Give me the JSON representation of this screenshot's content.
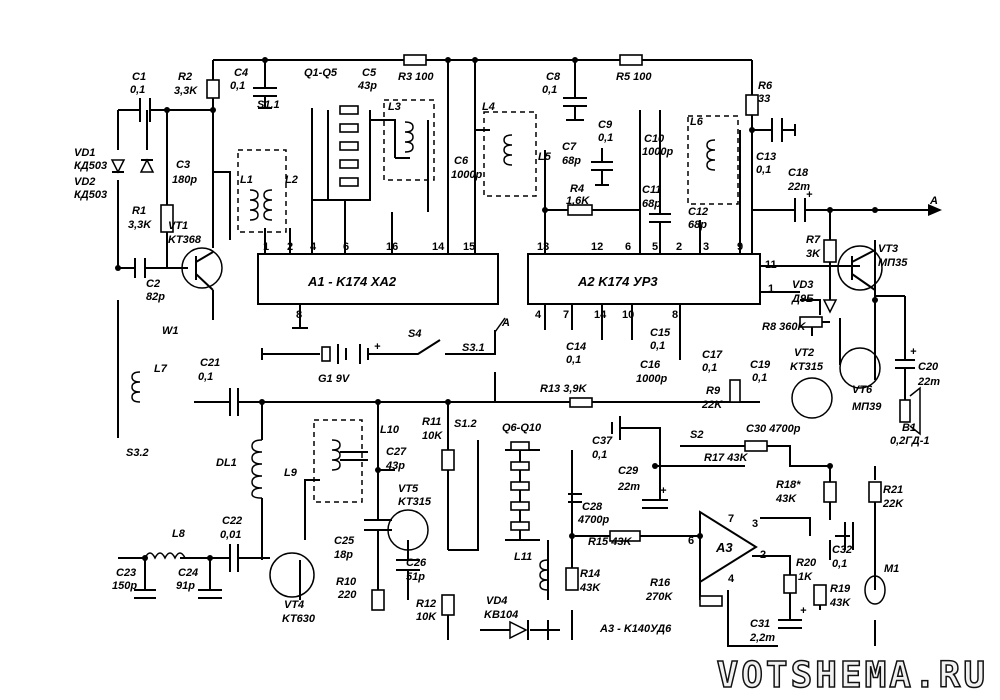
{
  "watermark": "VOTSHEMA.RU",
  "ics": {
    "a1": "A1 - K174 XA2",
    "a2": "A2 K174 УР3",
    "a3": "A3",
    "a3_note": "A3 - K140УД6"
  },
  "pins": {
    "a1": [
      "1",
      "2",
      "4",
      "6",
      "16",
      "14",
      "15",
      "8"
    ],
    "a2": [
      "13",
      "12",
      "6",
      "5",
      "2",
      "3",
      "9",
      "11",
      "1",
      "4",
      "7",
      "14",
      "10",
      "8"
    ],
    "a3": [
      "6",
      "7",
      "3",
      "2",
      "4"
    ]
  },
  "labels": {
    "C1": "C1",
    "C1v": "0,1",
    "R2": "R2",
    "R2v": "3,3K",
    "C4": "C4",
    "C4v": "0,1",
    "Q1": "Q1-Q5",
    "C5": "C5",
    "C5v": "43p",
    "R3": "R3 100",
    "S11": "S1.1",
    "C8": "C8",
    "C8v": "0,1",
    "R5": "R5 100",
    "R6": "R6",
    "R6v": "33",
    "VD1": "VD1",
    "VD1t": "КД503",
    "VD2": "VD2",
    "VD2t": "КД503",
    "C3": "C3",
    "C3v": "180p",
    "L1": "L1",
    "L2": "L2",
    "L3": "L3",
    "L4": "L4",
    "L5": "L5",
    "L6": "L6",
    "C6": "C6",
    "C6v": "1000p",
    "C7": "C7",
    "C7v": "68p",
    "C9": "C9",
    "C9v": "0,1",
    "R4": "R4",
    "R4v": "1,6K",
    "C10": "C10",
    "C10v": "1000p",
    "C11": "C11",
    "C11v": "68p",
    "C12": "C12",
    "C12v": "68p",
    "C13": "C13",
    "C13v": "0,1",
    "C18": "C18",
    "C18v": "22m",
    "A": "A",
    "R1": "R1",
    "R1v": "3,3K",
    "VT1": "VT1",
    "VT1t": "KT368",
    "C2": "C2",
    "C2v": "82p",
    "R7": "R7",
    "R7v": "3K",
    "VT3": "VT3",
    "VT3t": "МП35",
    "VD3": "VD3",
    "VD3t": "Д9Б",
    "R8": "R8 360K",
    "W1": "W1",
    "L7": "L7",
    "S4": "S4",
    "S31": "S3.1",
    "G1": "G1 9V",
    "C14": "C14",
    "C14v": "0,1",
    "C15": "C15",
    "C15v": "0,1",
    "C16": "C16",
    "C16v": "1000p",
    "C17": "C17",
    "C17v": "0,1",
    "C19": "C19",
    "C19v": "0,1",
    "VT2": "VT2",
    "VT2t": "KT315",
    "VT6": "VT6",
    "VT6t": "МП39",
    "C20": "C20",
    "C20v": "22m",
    "B1": "B1",
    "B1t": "0,2ГД-1",
    "C21": "C21",
    "C21v": "0,1",
    "R13": "R13 3,9K",
    "R9": "R9",
    "R9v": "22K",
    "S32": "S3.2",
    "DL1": "DL1",
    "L9": "L9",
    "L10": "L10",
    "C27": "C27",
    "C27v": "43p",
    "R11": "R11",
    "R11v": "10K",
    "S12": "S1.2",
    "Q6": "Q6-Q10",
    "C37": "C37",
    "C37v": "0,1",
    "S2": "S2",
    "C30": "C30 4700p",
    "R17": "R17 43K",
    "VT5": "VT5",
    "VT5t": "KT315",
    "C29": "C29",
    "C29v": "22m",
    "R18": "R18*",
    "R18v": "43K",
    "R21": "R21",
    "R21v": "22K",
    "C28": "C28",
    "C28v": "4700p",
    "R15": "R15 43K",
    "C25": "C25",
    "C25v": "18p",
    "C26": "C26",
    "C26v": "51p",
    "L8": "L8",
    "C22": "C22",
    "C22v": "0,01",
    "C23": "C23",
    "C23v": "150p",
    "C24": "C24",
    "C24v": "91p",
    "VT4": "VT4",
    "VT4t": "KT630",
    "R10": "R10",
    "R10v": "220",
    "R12": "R12",
    "R12v": "10K",
    "L11": "L11",
    "R14": "R14",
    "R14v": "43K",
    "VD4": "VD4",
    "VD4t": "KB104",
    "R16": "R16",
    "R16v": "270K",
    "R20": "R20",
    "R20v": "1K",
    "R19": "R19",
    "R19v": "43K",
    "C32": "C32",
    "C32v": "0,1",
    "M1": "M1",
    "C31": "C31",
    "C31v": "2,2m",
    "plus": "+"
  }
}
